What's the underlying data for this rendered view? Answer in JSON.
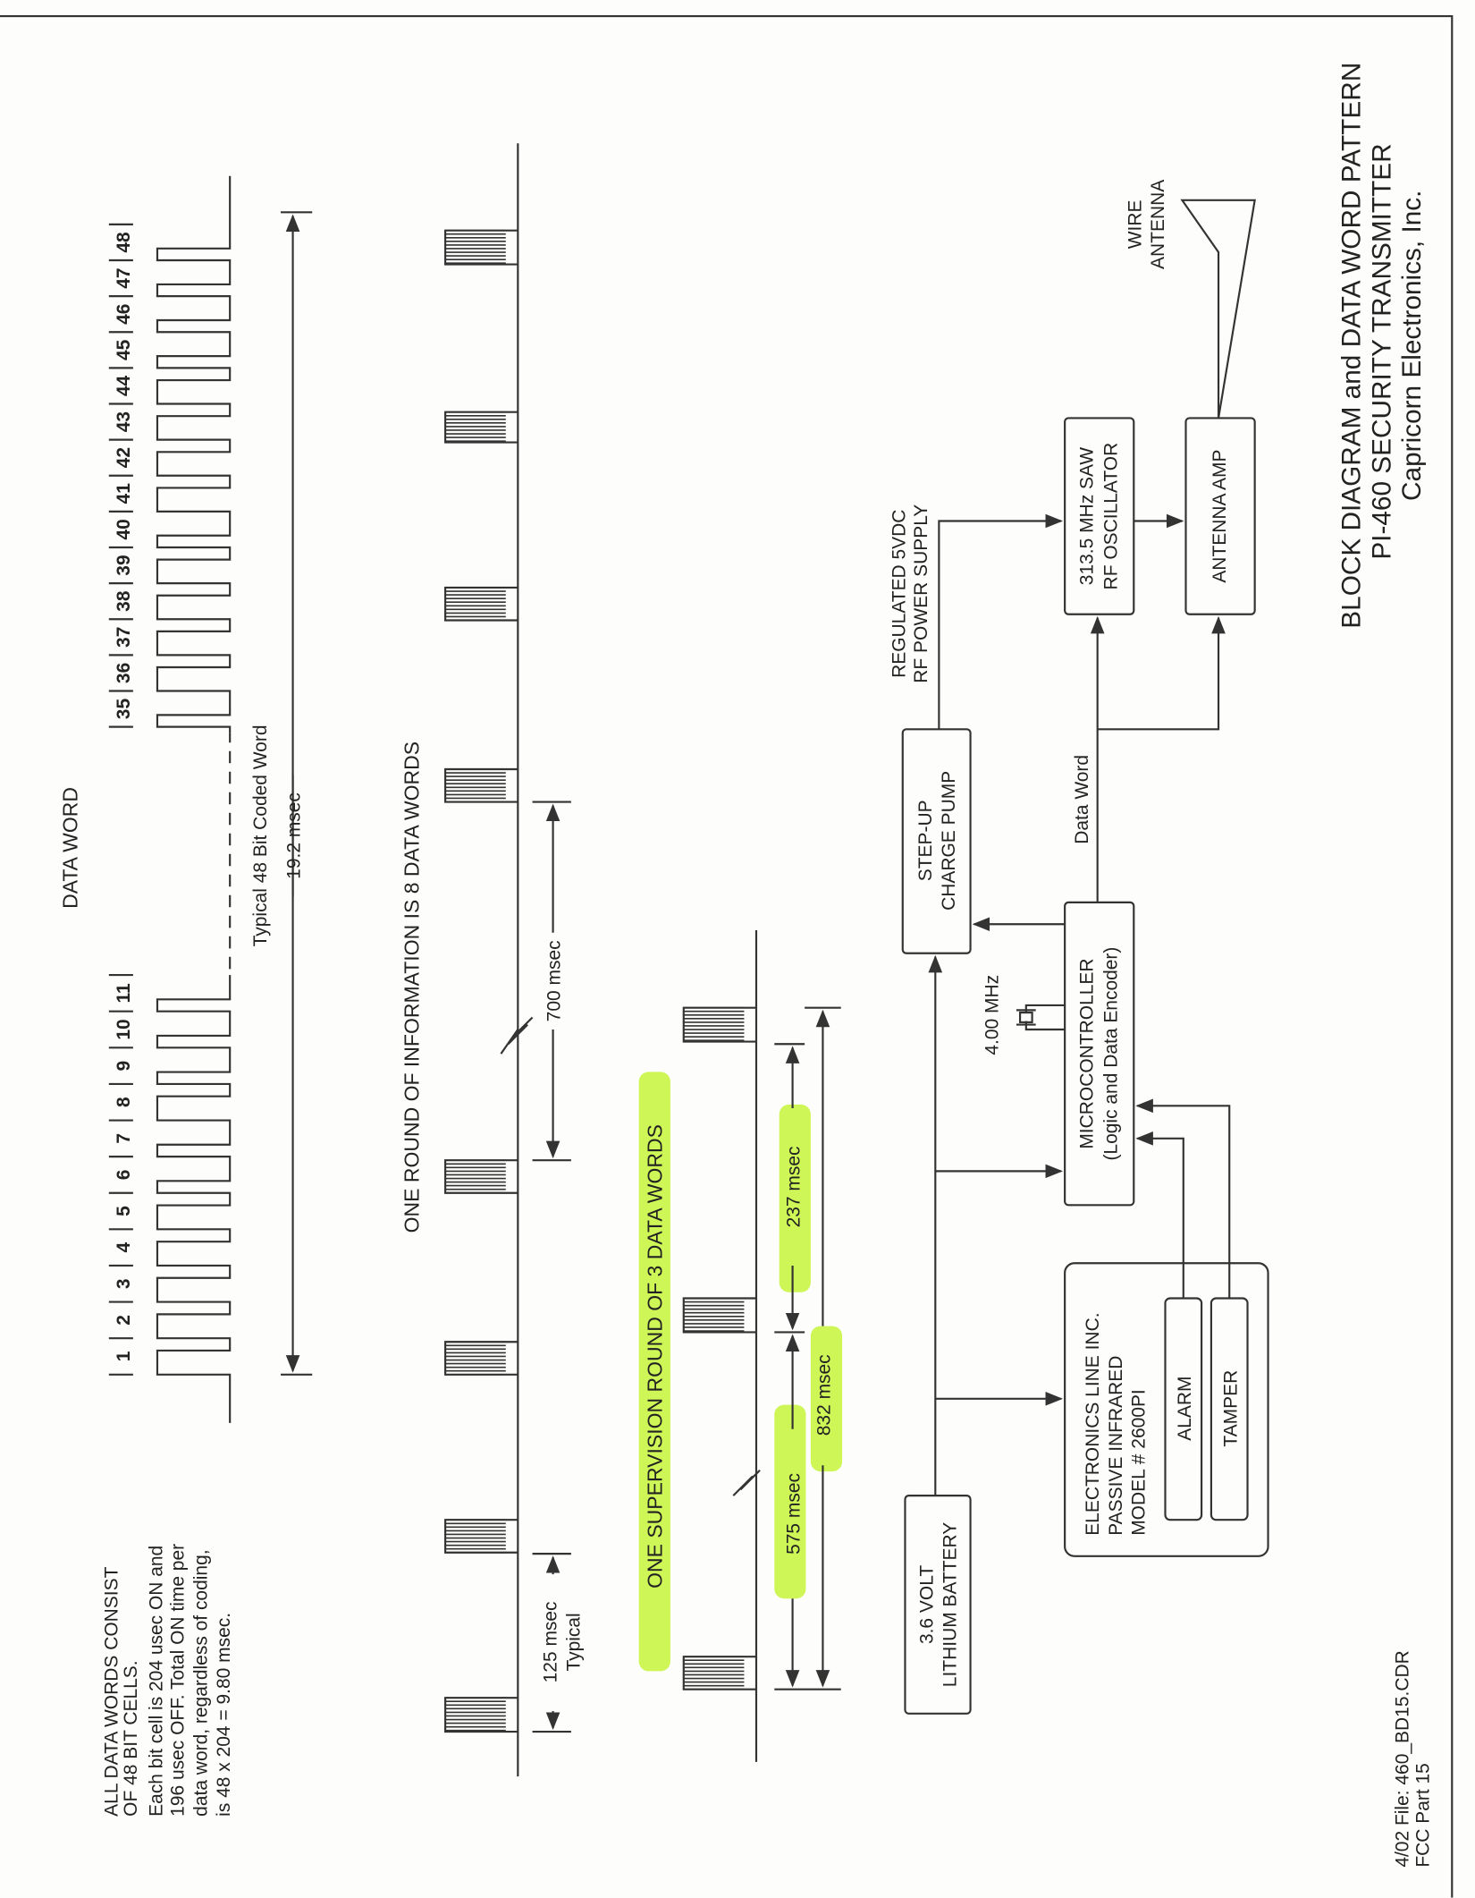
{
  "notes": {
    "lines": [
      "ALL DATA WORDS CONSIST",
      "OF 48 BIT CELLS.",
      "Each bit cell is 204 usec ON and",
      "196 usec OFF. Total ON time per",
      "data word, regardless of coding,",
      "is 48 x 204 = 9.80 msec."
    ]
  },
  "data_word": {
    "heading": "DATA WORD",
    "bits_first": [
      "1",
      "2",
      "3",
      "4",
      "5",
      "6",
      "7",
      "8",
      "9",
      "10",
      "11"
    ],
    "bits_last": [
      "35",
      "36",
      "37",
      "38",
      "39",
      "40",
      "41",
      "42",
      "43",
      "44",
      "45",
      "46",
      "47",
      "48"
    ],
    "caption": "Typical 48 Bit Coded Word",
    "duration": "19.2  msec"
  },
  "round": {
    "heading": "ONE ROUND OF INFORMATION IS 8 DATA WORDS",
    "gap": "700 msec",
    "word_len": "125 msec",
    "word_len_note": "Typical"
  },
  "supervision": {
    "heading": "ONE SUPERVISION ROUND OF 3 DATA WORDS",
    "d1": "237 msec",
    "d2": "575 msec",
    "total": "832 msec",
    "highlight_color": "#c6f53a"
  },
  "blocks": {
    "battery": [
      "3.6 VOLT",
      "LITHIUM BATTERY"
    ],
    "charge_pump": [
      "STEP-UP",
      "CHARGE PUMP"
    ],
    "supply_label": [
      "REGULATED 5VDC",
      "RF POWER SUPPLY"
    ],
    "micro": [
      "MICROCONTROLLER",
      "(Logic and Data Encoder)"
    ],
    "crystal": "4.00 MHz",
    "data_word_label": "Data Word",
    "oscillator": [
      "313.5 MHz SAW",
      "RF OSCILLATOR"
    ],
    "antenna_amp": "ANTENNA AMP",
    "antenna": [
      "WIRE",
      "ANTENNA"
    ],
    "pir": [
      "ELECTRONICS LINE INC.",
      "PASSIVE INFRARED",
      "MODEL # 2600PI"
    ],
    "alarm": "ALARM",
    "tamper": "TAMPER"
  },
  "title": {
    "lines": [
      "BLOCK DIAGRAM and DATA WORD PATTERN",
      "PI-460 SECURITY TRANSMITTER",
      "Capricorn Electronics, Inc."
    ]
  },
  "footer": [
    "4/02 File: 460_BD15.CDR",
    "FCC Part 15"
  ]
}
